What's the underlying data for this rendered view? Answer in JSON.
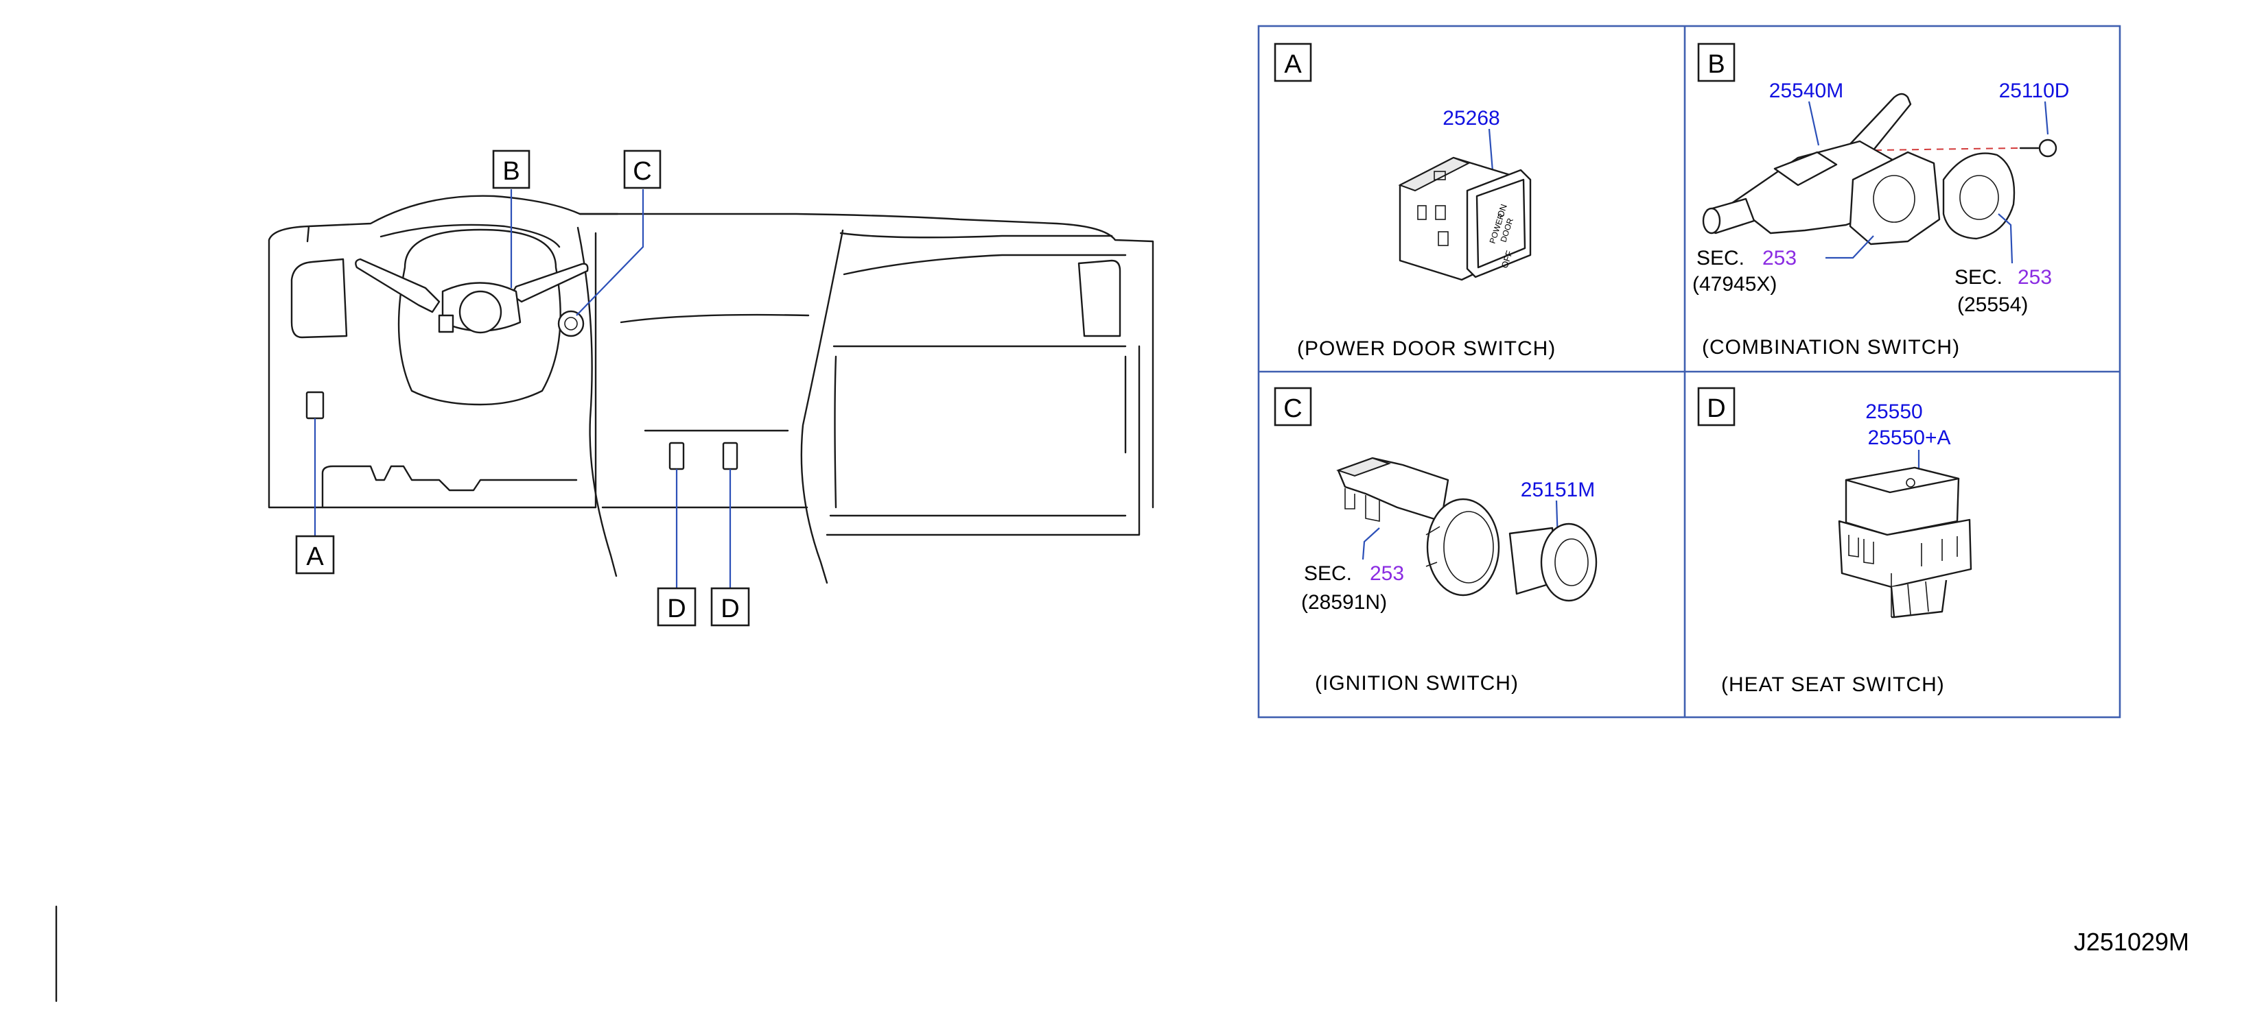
{
  "colors": {
    "part_number": "#1010e0",
    "section_number": "#8a2be2",
    "leader_line": "#2c50b8",
    "panel_border": "#3f5fb0",
    "dashed_guide": "#d23a3a"
  },
  "overview": {
    "callouts": {
      "a": "A",
      "b": "B",
      "c": "C",
      "d1": "D",
      "d2": "D"
    }
  },
  "panels": {
    "a": {
      "letter": "A",
      "caption": "(POWER   DOOR   SWITCH)",
      "part_number": "25268",
      "switch_text": {
        "top": "ON",
        "mid1": "POWER",
        "mid2": "DOOR",
        "bottom": "OFF"
      }
    },
    "b": {
      "letter": "B",
      "caption": "(COMBINATION   SWITCH)",
      "part_number_1": "25540M",
      "part_number_2": "25110D",
      "sec_1": {
        "prefix": "SEC.",
        "number": "253",
        "ref": "(47945X)"
      },
      "sec_2": {
        "prefix": "SEC.",
        "number": "253",
        "ref": "(25554)"
      }
    },
    "c": {
      "letter": "C",
      "caption": "(IGNITION   SWITCH)",
      "part_number": "25151M",
      "sec": {
        "prefix": "SEC.",
        "number": "253",
        "ref": "(28591N)"
      }
    },
    "d": {
      "letter": "D",
      "caption": "(HEAT   SEAT   SWITCH)",
      "part_number_1": "25550",
      "part_number_2": "25550+A"
    }
  },
  "drawing_code": "J251029M"
}
